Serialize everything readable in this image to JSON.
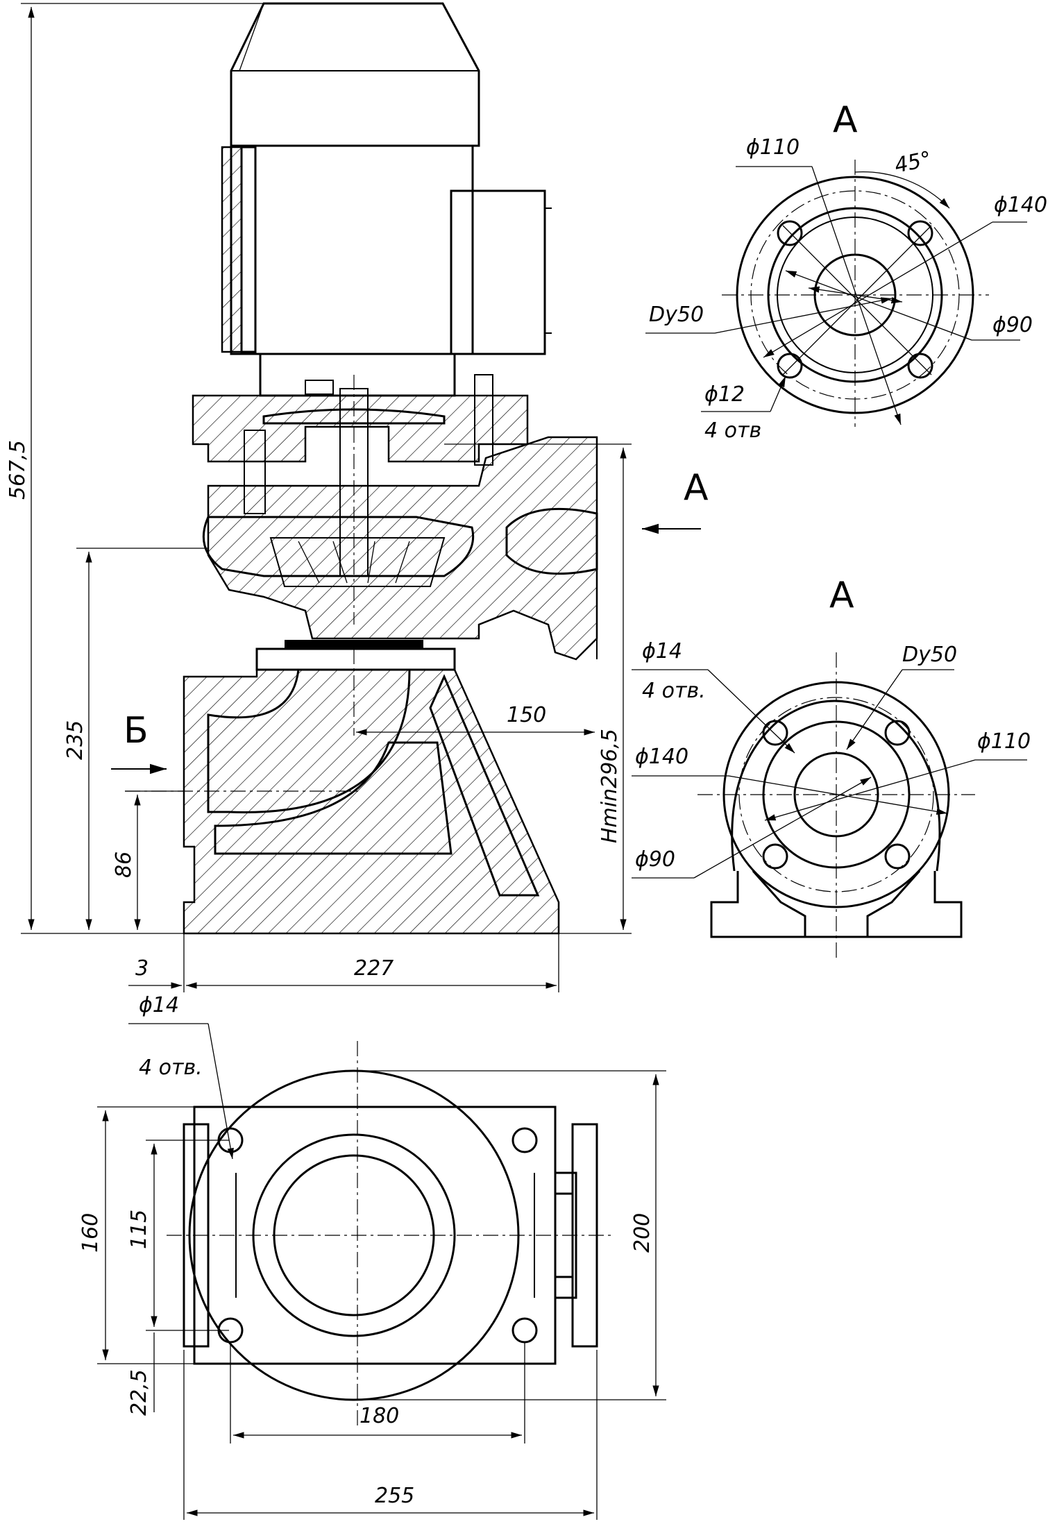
{
  "labels": {
    "view_a_top": "А",
    "view_a_mid": "А",
    "arrow_a": "А",
    "arrow_b": "Б"
  },
  "dims": {
    "total_height": "567,5",
    "h235": "235",
    "h86": "86",
    "w3": "3",
    "w227": "227",
    "w150": "150",
    "hmin": "Hmin296,5",
    "top_d110": "ϕ110",
    "top_angle": "45°",
    "top_d140": "ϕ140",
    "top_dy50": "Dy50",
    "top_d90": "ϕ90",
    "top_d12": "ϕ12",
    "top_holes": "4 отв",
    "mid_d14": "ϕ14",
    "mid_holes": "4 отв.",
    "mid_dy50": "Dy50",
    "mid_d140": "ϕ140",
    "mid_d110": "ϕ110",
    "mid_d90": "ϕ90",
    "bot_d14": "ϕ14",
    "bot_holes": "4 отв.",
    "bot_160": "160",
    "bot_115": "115",
    "bot_200": "200",
    "bot_225": "22,5",
    "bot_180": "180",
    "bot_255": "255"
  }
}
